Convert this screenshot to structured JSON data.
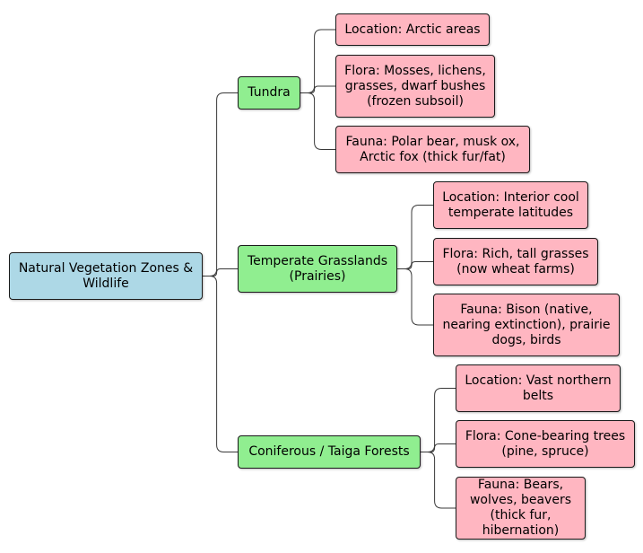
{
  "colors": {
    "root": "#add8e6",
    "zone": "#90ee90",
    "detail": "#ffb6c1",
    "connector": "#383838"
  },
  "mindmap": {
    "root": {
      "label": "Natural Vegetation Zones & Wildlife"
    },
    "zones": [
      {
        "label": "Tundra",
        "details": [
          "Location: Arctic areas",
          "Flora: Mosses, lichens, grasses, dwarf bushes (frozen subsoil)",
          "Fauna: Polar bear, musk ox, Arctic fox (thick fur/fat)"
        ]
      },
      {
        "label": "Temperate Grasslands (Prairies)",
        "details": [
          "Location: Interior cool temperate latitudes",
          "Flora: Rich, tall grasses (now wheat farms)",
          "Fauna: Bison (native, nearing extinction), prairie dogs, birds"
        ]
      },
      {
        "label": "Coniferous / Taiga Forests",
        "details": [
          "Location: Vast northern belts",
          "Flora: Cone-bearing trees (pine, spruce)",
          "Fauna: Bears, wolves, beavers (thick fur, hibernation)"
        ]
      }
    ]
  }
}
